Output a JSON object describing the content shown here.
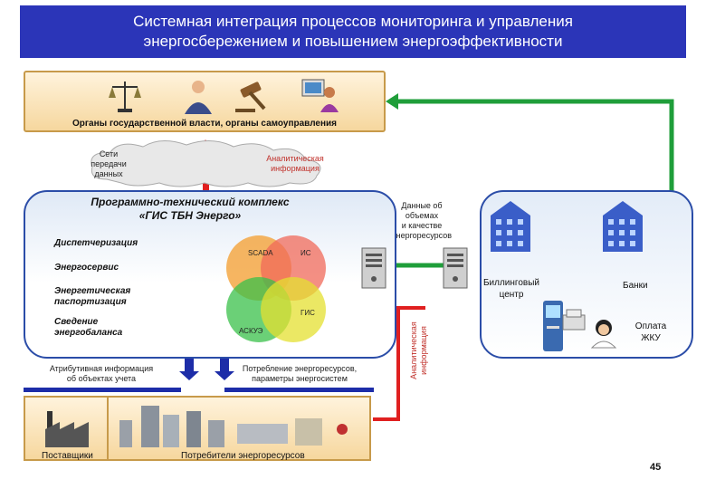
{
  "title": {
    "line1": "Системная интеграция процессов  мониторинга и управления",
    "line2": "энергосбережением и повышением энергоэффективности"
  },
  "gov": {
    "label": "Органы государственной власти, органы самоуправления"
  },
  "network": {
    "label_lines": [
      "Сети",
      "передачи",
      "данных"
    ]
  },
  "analytic_info": {
    "lines": [
      "Аналитическая",
      "информация"
    ]
  },
  "data_volumes": {
    "lines": [
      "Данные об",
      "объемах",
      "и качестве",
      "энергоресурсов"
    ]
  },
  "ptk": {
    "title_lines": [
      "Программно-технический комплекс",
      "«ГИС ТБН Энерго»"
    ],
    "items": [
      "Диспетчеризация",
      "Энергосервис",
      "Энергетическая паспортизация",
      "Сведение энергобаланса"
    ],
    "item_lines": [
      [
        "Диспетчеризация"
      ],
      [
        "Энергосервис"
      ],
      [
        "Энергетическая",
        "паспортизация"
      ],
      [
        "Сведение",
        "энергобаланса"
      ]
    ],
    "venn": [
      "SCADA",
      "ИС",
      "АСКУЭ",
      "ГИС"
    ]
  },
  "billing": {
    "lines": [
      "Биллинговый",
      "центр"
    ]
  },
  "banks": {
    "label": "Банки"
  },
  "payment": {
    "lines": [
      "Оплата",
      "ЖКУ"
    ]
  },
  "vertical_analytic": {
    "lines": [
      "Аналитическая",
      "информация"
    ]
  },
  "attr_info": {
    "lines": [
      "Атрибутивная информация",
      "об объектах учета"
    ]
  },
  "consumption": {
    "lines": [
      "Потребление энергоресурсов,",
      "параметры энергосистем"
    ]
  },
  "suppliers": {
    "label": "Поставщики"
  },
  "consumers": {
    "label": "Потребители энергоресурсов"
  },
  "page_number": "45",
  "colors": {
    "title_bg": "#2b35b8",
    "green": "#1f9e3a",
    "red": "#e02020",
    "blue": "#1d2da8",
    "tan": "#c79a4a"
  }
}
